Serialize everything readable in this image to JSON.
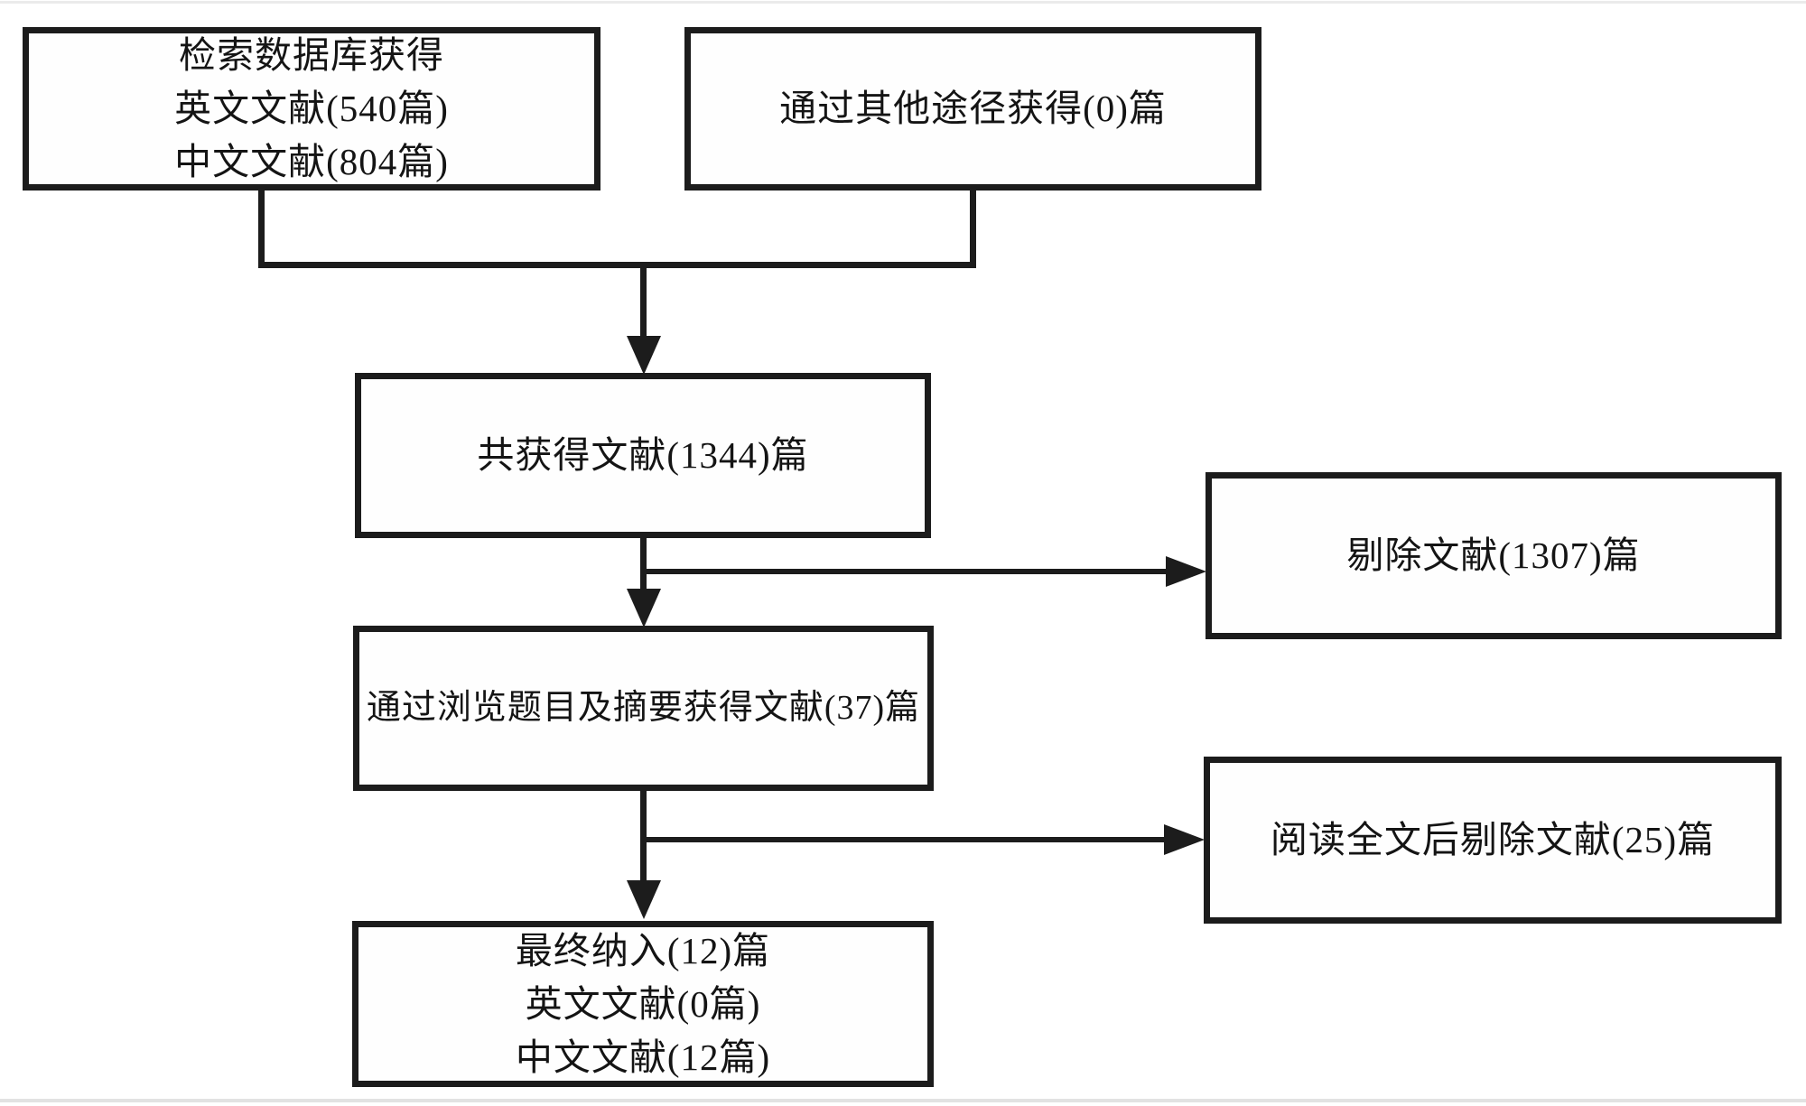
{
  "diagram": {
    "type": "flowchart",
    "language": "zh-CN",
    "subject": "literature-screening-prisma-flow",
    "boxes": {
      "db_search": {
        "lines": [
          "检索数据库获得",
          "英文文献(540篇)",
          "中文文献(804篇)"
        ]
      },
      "other_sources": {
        "lines": [
          "通过其他途径获得(0)篇"
        ]
      },
      "total_obtained": {
        "lines": [
          "共获得文献(1344)篇"
        ]
      },
      "excluded_screening": {
        "lines": [
          "剔除文献(1307)篇"
        ]
      },
      "title_abstract_screened": {
        "lines": [
          "通过浏览题目及摘要获得文献(37)篇"
        ]
      },
      "excluded_fulltext": {
        "lines": [
          "阅读全文后剔除文献(25)篇"
        ]
      },
      "final_included": {
        "lines": [
          "最终纳入(12)篇",
          "英文文献(0篇)",
          "中文文献(12篇)"
        ]
      }
    },
    "edges": [
      {
        "from": "db_search",
        "to": "total_obtained",
        "kind": "merge-arrow"
      },
      {
        "from": "other_sources",
        "to": "total_obtained",
        "kind": "merge-arrow"
      },
      {
        "from": "total_obtained",
        "to": "title_abstract_screened",
        "kind": "arrow-down"
      },
      {
        "from": "total_obtained",
        "to": "excluded_screening",
        "kind": "arrow-right-branch"
      },
      {
        "from": "title_abstract_screened",
        "to": "final_included",
        "kind": "arrow-down"
      },
      {
        "from": "title_abstract_screened",
        "to": "excluded_fulltext",
        "kind": "arrow-right-branch"
      }
    ],
    "colors": {
      "line": "#1c1c1c",
      "text": "#141414",
      "background": "#ffffff",
      "hairline": "#e6e6e6"
    }
  }
}
